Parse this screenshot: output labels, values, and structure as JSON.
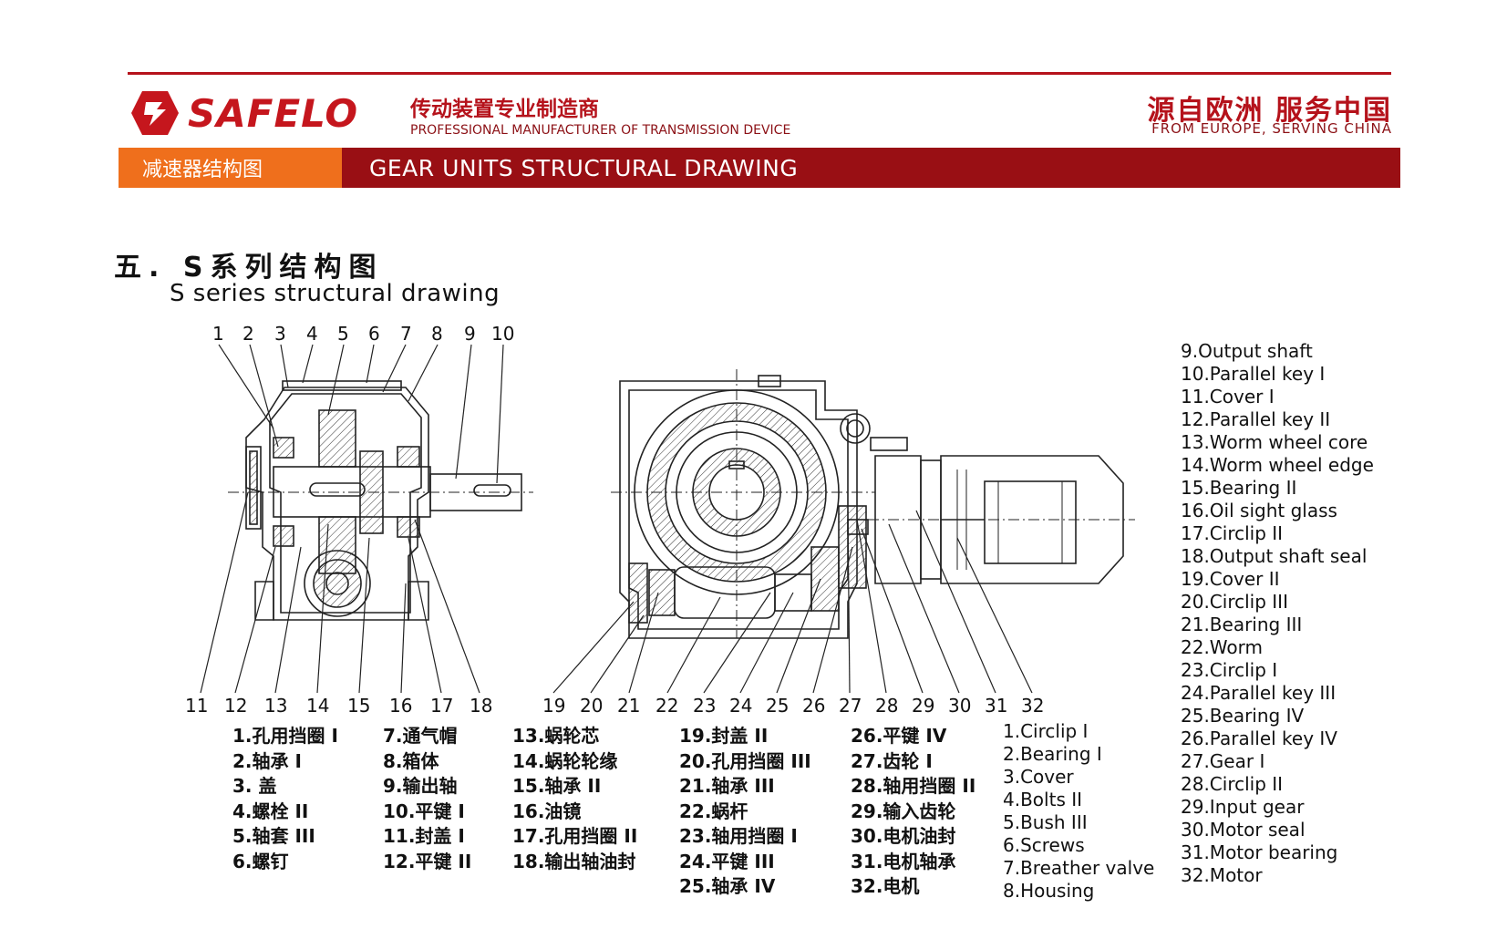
{
  "header": {
    "brand": "SAFELO",
    "tagline_cn": "传动装置专业制造商",
    "tagline_en": "PROFESSIONAL MANUFACTURER OF TRANSMISSION DEVICE",
    "slogan_cn": "源自欧洲  服务中国",
    "slogan_en": "FROM EUROPE, SERVING CHINA",
    "band_cn": "减速器结构图",
    "band_en": "GEAR UNITS STRUCTURAL DRAWING",
    "brand_color": "#c5161d",
    "band_orange": "#ef6f1c",
    "band_red": "#990f14"
  },
  "section": {
    "title_cn": "五. S系列结构图",
    "title_en": "S series structural drawing"
  },
  "callouts_top": [
    "1",
    "2",
    "3",
    "4",
    "5",
    "6",
    "7",
    "8",
    "9",
    "10"
  ],
  "callouts_bottom_left": [
    "11",
    "12",
    "13",
    "14",
    "15",
    "16",
    "17",
    "18"
  ],
  "callouts_bottom_right": [
    "19",
    "20",
    "21",
    "22",
    "23",
    "24",
    "25",
    "26",
    "27",
    "28",
    "29",
    "30",
    "31",
    "32"
  ],
  "parts_cn": [
    [
      "1.孔用挡圈 I",
      "2.轴承 I",
      "3.  盖",
      "4.螺栓 II",
      "5.轴套 III",
      "6.螺钉"
    ],
    [
      "7.通气帽",
      "8.箱体",
      "9.输出轴",
      "10.平键 I",
      "11.封盖 I",
      "12.平键 II"
    ],
    [
      "13.蜗轮芯",
      "14.蜗轮轮缘",
      "15.轴承 II",
      "16.油镜",
      "17.孔用挡圈 II",
      "18.输出轴油封"
    ],
    [
      "19.封盖 II",
      "20.孔用挡圈 III",
      "21.轴承 III",
      "22.蜗杆",
      "23.轴用挡圈 I",
      "24.平键 III",
      "25.轴承 IV"
    ],
    [
      "26.平键 IV",
      "27.齿轮 I",
      "28.轴用挡圈 II",
      "29.输入齿轮",
      "30.电机油封",
      "31.电机轴承",
      "32.电机"
    ]
  ],
  "parts_en_a": [
    "1.Circlip  I",
    "2.Bearing  I",
    "3.Cover",
    "4.Bolts  II",
    "5.Bush  III",
    "6.Screws",
    "7.Breather valve",
    "8.Housing"
  ],
  "parts_en_b": [
    "9.Output shaft",
    "10.Parallel key  I",
    "11.Cover  I",
    "12.Parallel key  II",
    "13.Worm wheel core",
    "14.Worm wheel edge",
    "15.Bearing  II",
    "16.Oil sight glass",
    "17.Circlip  II",
    "18.Output shaft seal",
    "19.Cover  II",
    "20.Circlip  III",
    "21.Bearing  III",
    "22.Worm",
    "23.Circlip  I",
    "24.Parallel key  III",
    "25.Bearing  IV",
    "26.Parallel key  IV",
    "27.Gear  I",
    "28.Circlip  II",
    "29.Input gear",
    "30.Motor seal",
    "31.Motor bearing",
    "32.Motor"
  ]
}
